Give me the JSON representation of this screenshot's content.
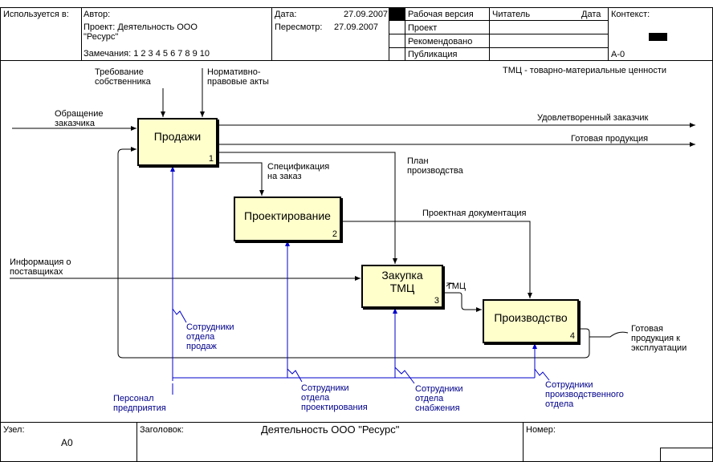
{
  "header": {
    "used_at": "Используется в:",
    "author": "Автор:",
    "project": "Проект: Деятельность ООО",
    "project2": "\"Ресурс\"",
    "notes": "Замечания: 1 2 3 4 5 6 7 8 9 10",
    "date_label": "Дата:",
    "date_value": "27.09.2007",
    "rev_label": "Пересмотр:",
    "rev_value": "27.09.2007",
    "status": [
      "Рабочая версия",
      "Проект",
      "Рекомендовано",
      "Публикация"
    ],
    "reader": "Читатель",
    "reader_date": "Дата",
    "context": "Контекст:",
    "node_id": "А-0"
  },
  "diagram": {
    "legend_note": "ТМЦ - товарно-материальные ценности",
    "boxes": [
      {
        "title": "Продажи",
        "num": "1"
      },
      {
        "title": "Проектирование",
        "num": "2"
      },
      {
        "title": "Закупка\nТМЦ",
        "num": "3"
      },
      {
        "title": "Производство",
        "num": "4"
      }
    ],
    "labels": {
      "req_owner": "Требование\nсобственника",
      "norm_acts": "Нормативно-\nправовые акты",
      "customer_req": "Обращение\nзаказчика",
      "satisfied": "Удовлетворенный заказчик",
      "finished": "Готовая продукция",
      "spec": "Спецификация\nна заказ",
      "plan": "План\nпроизводства",
      "design_doc": "Проектная документация",
      "supplier_info": "Информация о\nпоставщиках",
      "tmc": "ТМЦ",
      "ready_ops": "Готовая\nпродукция к\nэксплуатации",
      "staff_sales": "Сотрудники\nотдела\nпродаж",
      "staff_design": "Сотрудники\nотдела\nпроектирования",
      "staff_supply": "Сотрудники\nотдела\nснабжения",
      "staff_prod": "Сотрудники\nпроизводственного\nотдела",
      "personnel": "Персонал\nпредприятия"
    }
  },
  "footer": {
    "node_label": "Узел:",
    "node_value": "А0",
    "title_label": "Заголовок:",
    "title_value": "Деятельность ООО \"Ресурс\"",
    "number_label": "Номер:"
  }
}
